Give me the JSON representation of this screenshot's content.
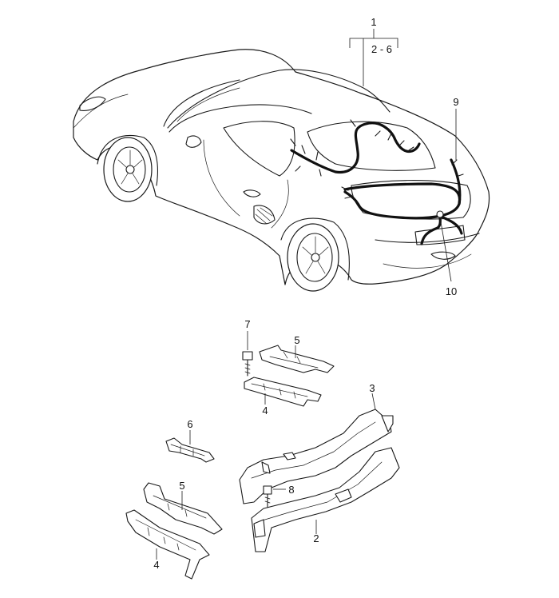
{
  "callouts": {
    "c1": "1",
    "c2_6": "2 - 6",
    "c9": "9",
    "c10": "10",
    "c7": "7",
    "c5a": "5",
    "c4a": "4",
    "c3": "3",
    "c6": "6",
    "c5b": "5",
    "c8": "8",
    "c2": "2",
    "c4b": "4"
  }
}
